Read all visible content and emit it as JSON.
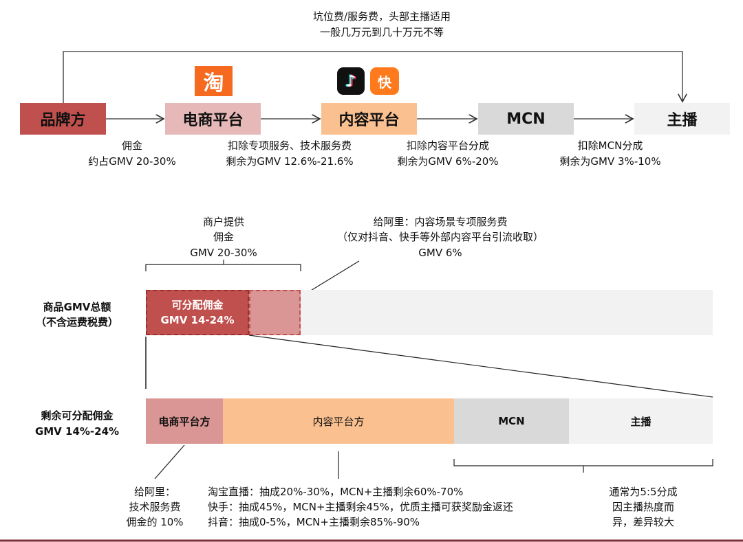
{
  "top_note": [
    "坑位费/服务费，头部主播适用",
    "一般几万元到几十万元不等"
  ],
  "flow": [
    {
      "label": "品牌方",
      "color": "#c0504d"
    },
    {
      "label": "电商平台",
      "color": "#e6b9b8"
    },
    {
      "label": "内容平台",
      "color": "#fac090"
    },
    {
      "label": "MCN",
      "color": "#d9d9d9"
    },
    {
      "label": "主播",
      "color": "#f2f2f2"
    }
  ],
  "flow_captions": [
    [
      "佣金",
      "约占GMV 20-30%"
    ],
    [
      "扣除专项服务、技术服务费",
      "剩余为GMV 12.6%-21.6%"
    ],
    [
      "扣除内容平台分成",
      "剩余为GMV 6%-20%"
    ],
    [
      "扣除MCN分成",
      "剩余为GMV 3%-10%"
    ]
  ],
  "logos": {
    "taobao": "淘",
    "kuaishou": "快"
  },
  "merchant_note": [
    "商户提供",
    "佣金",
    "GMV 20-30%"
  ],
  "ali_content_note": [
    "给阿里：内容场景专项服务费",
    "（仅对抖音、快手等外部内容平台引流收取）",
    "GMV 6%"
  ],
  "gmv_label": [
    "商品GMV总额",
    "（不含运费税费）"
  ],
  "distributable": [
    "可分配佣金",
    "GMV 14-24%"
  ],
  "remaining_label": [
    "剩余可分配佣金",
    "GMV 14%-24%"
  ],
  "segments": [
    "电商平台方",
    "内容平台方",
    "MCN",
    "主播"
  ],
  "ali_tech_note": [
    "给阿里：",
    "技术服务费",
    "佣金的 10%"
  ],
  "platform_notes": [
    "淘宝直播：抽成20%-30%，MCN+主播剩余60%-70%",
    "快手：抽成45%，MCN+主播剩余45%，优质主播可获奖励金返还",
    "抖音：抽成0-5%，MCN+主播剩余85%-90%"
  ],
  "split_note": [
    "通常为5:5分成",
    "因主播热度而",
    "异，差异较大"
  ]
}
